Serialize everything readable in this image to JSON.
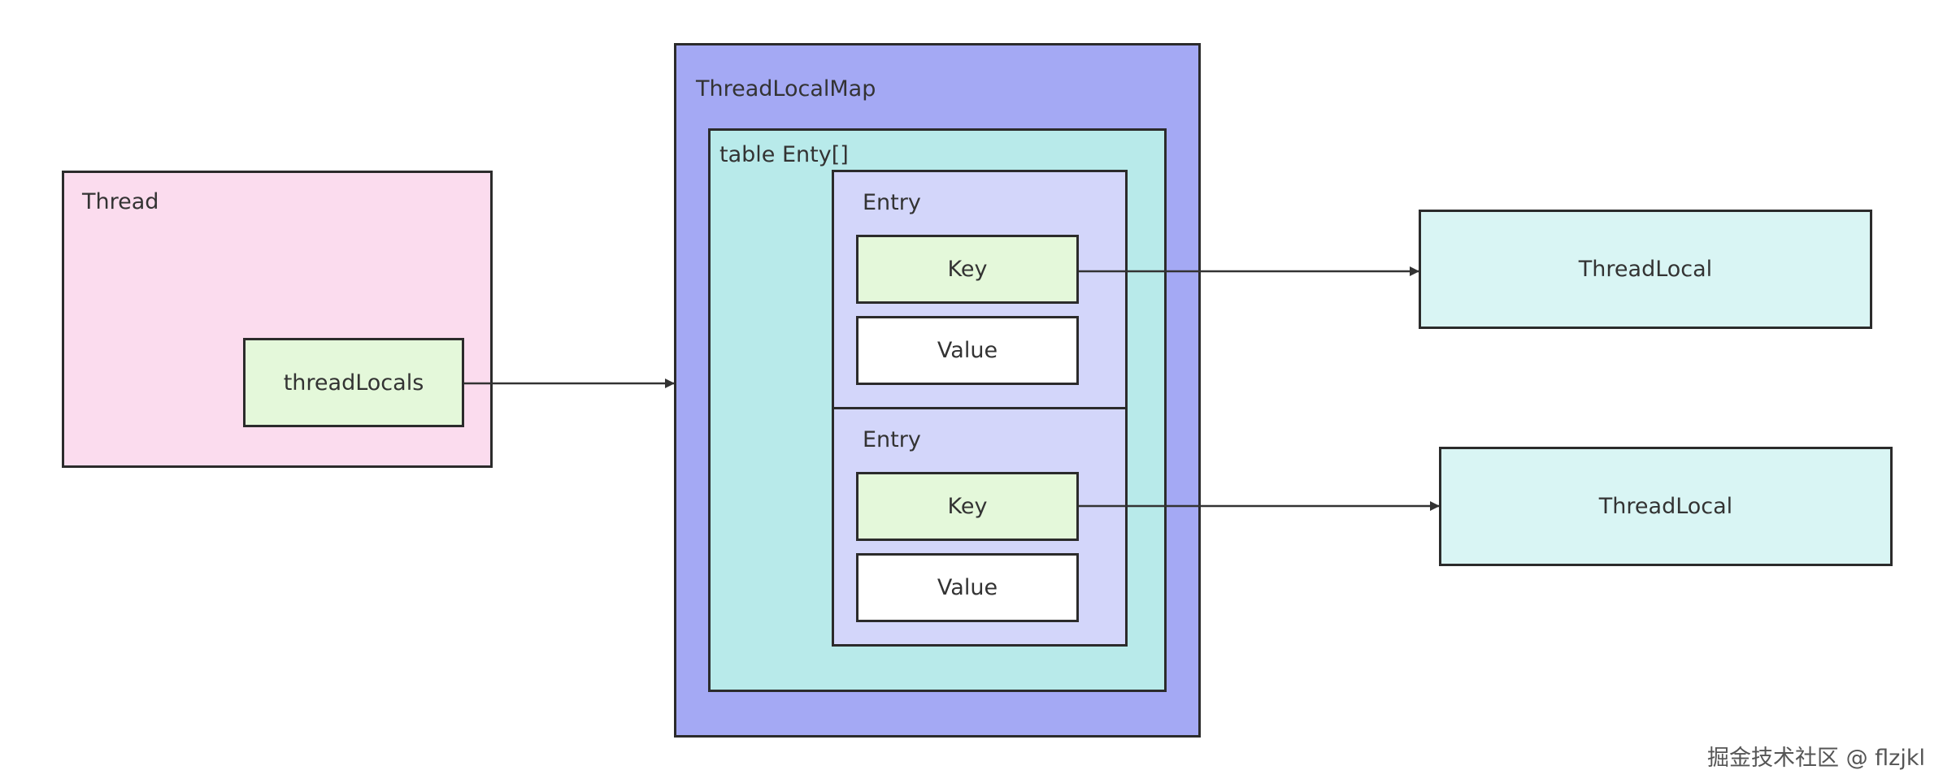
{
  "colors": {
    "thread_fill": "#fbdcee",
    "map_fill": "#a4a9f4",
    "table_fill": "#b8eaea",
    "entry_fill": "#d3d6fa",
    "key_fill": "#e4f8da",
    "value_fill": "#ffffff",
    "threadlocal_fill": "#d9f5f4",
    "border": "#2b2b2b",
    "arrow": "#333333"
  },
  "thread": {
    "title": "Thread",
    "field": "threadLocals"
  },
  "map": {
    "title": "ThreadLocalMap",
    "table_title": "table Enty[]",
    "entries": [
      {
        "title": "Entry",
        "key": "Key",
        "value": "Value"
      },
      {
        "title": "Entry",
        "key": "Key",
        "value": "Value"
      }
    ]
  },
  "thread_locals": [
    {
      "label": "ThreadLocal"
    },
    {
      "label": "ThreadLocal"
    }
  ],
  "watermark": "掘金技术社区 @ flzjkl"
}
